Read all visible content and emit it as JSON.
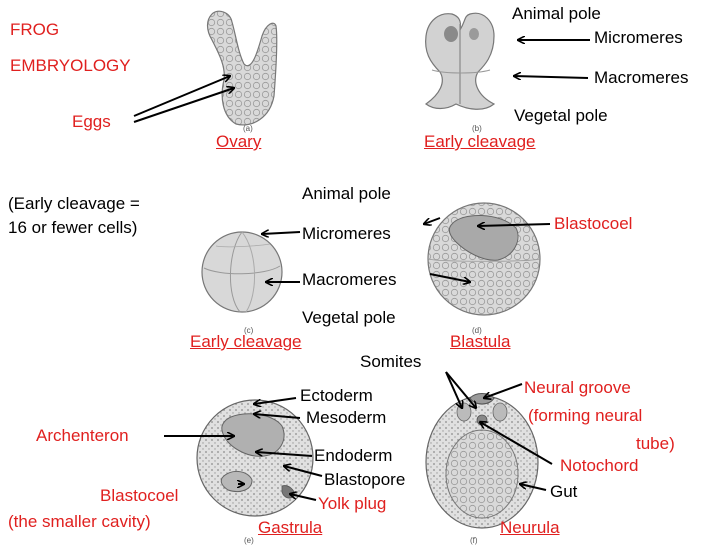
{
  "title_lines": [
    "FROG",
    "EMBRYOLOGY"
  ],
  "note_lines": [
    "(Early cleavage =",
    "16 or fewer cells)"
  ],
  "panels": {
    "a": {
      "caption": "(a)",
      "stage": "Ovary",
      "labels": {
        "eggs": "Eggs"
      }
    },
    "b": {
      "caption": "(b)",
      "stage": "Early cleavage",
      "labels": {
        "animal_pole": "Animal pole",
        "micromeres": "Micromeres",
        "macromeres": "Macromeres",
        "vegetal_pole": "Vegetal pole"
      }
    },
    "c": {
      "caption": "(c)",
      "stage": "Early cleavage",
      "labels": {
        "animal_pole": "Animal pole",
        "micromeres": "Micromeres",
        "macromeres": "Macromeres",
        "vegetal_pole": "Vegetal pole"
      }
    },
    "d": {
      "caption": "(d)",
      "stage": "Blastula",
      "labels": {
        "blastocoel": "Blastocoel"
      }
    },
    "e": {
      "caption": "(e)",
      "stage": "Gastrula",
      "labels": {
        "ectoderm": "Ectoderm",
        "mesoderm": "Mesoderm",
        "endoderm": "Endoderm",
        "blastopore": "Blastopore",
        "yolk_plug": "Yolk plug",
        "archenteron": "Archenteron",
        "blastocoel_lines": [
          "Blastocoel",
          "(the smaller cavity)"
        ]
      }
    },
    "f": {
      "caption": "(f)",
      "stage": "Neurula",
      "labels": {
        "somites": "Somites",
        "neural_groove_lines": [
          "Neural groove",
          "(forming neural",
          "tube)"
        ],
        "notochord": "Notochord",
        "gut": "Gut"
      }
    }
  },
  "colors": {
    "label_red": "#e0201f",
    "text_black": "#000000",
    "figure_gray": "#d6d6d6",
    "figure_dark": "#8c8c8c"
  }
}
